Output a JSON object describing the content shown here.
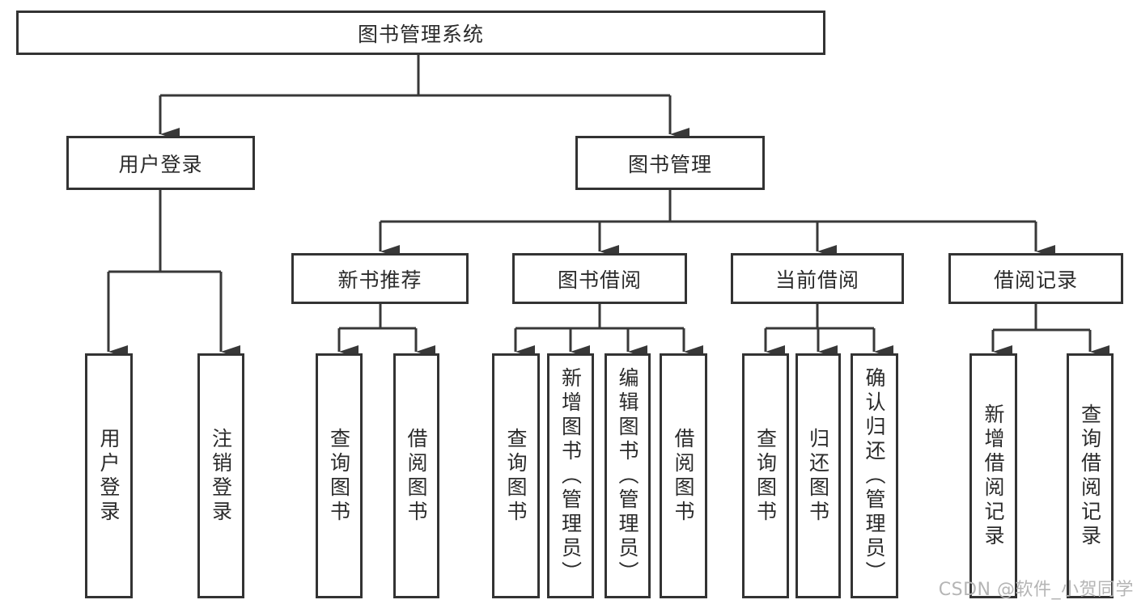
{
  "tree": {
    "label": "图书管理系统",
    "children": [
      {
        "label": "用户登录",
        "children": [
          {
            "label": "用户登录"
          },
          {
            "label": "注销登录"
          }
        ]
      },
      {
        "label": "图书管理",
        "children": [
          {
            "label": "新书推荐",
            "children": [
              {
                "label": "查询图书"
              },
              {
                "label": "借阅图书"
              }
            ]
          },
          {
            "label": "图书借阅",
            "children": [
              {
                "label": "查询图书"
              },
              {
                "label": "新增图书（管理员）"
              },
              {
                "label": "编辑图书（管理员）"
              },
              {
                "label": "借阅图书"
              }
            ]
          },
          {
            "label": "当前借阅",
            "children": [
              {
                "label": "查询图书"
              },
              {
                "label": "归还图书"
              },
              {
                "label": "确认归还（管理员）"
              }
            ]
          },
          {
            "label": "借阅记录",
            "children": [
              {
                "label": "新增借阅记录"
              },
              {
                "label": "查询借阅记录"
              }
            ]
          }
        ]
      }
    ]
  },
  "line_color": "#383838",
  "watermark": "CSDN @软件_小贺同学"
}
